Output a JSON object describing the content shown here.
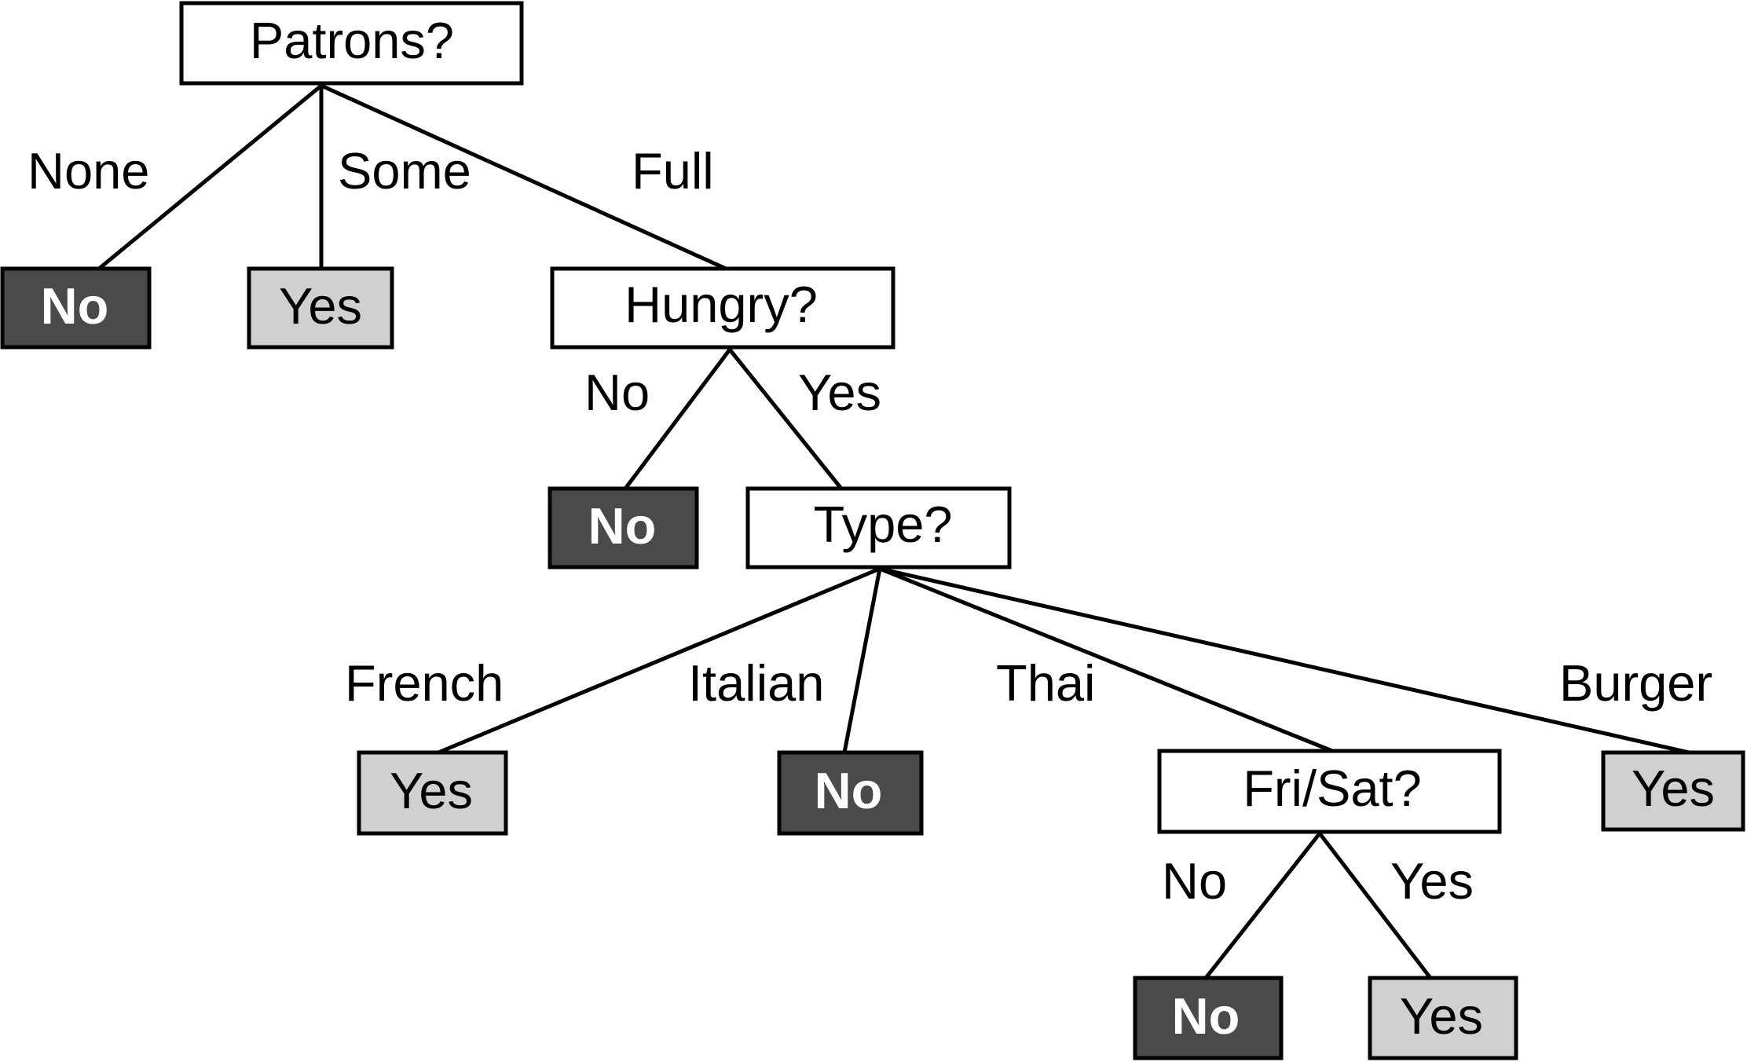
{
  "colors": {
    "leaf_no_fill": "#4a4a4a",
    "leaf_yes_fill": "#d0d0d0",
    "test_fill": "#ffffff",
    "line": "#000000"
  },
  "nodes": {
    "patrons": "Patrons?",
    "hungry": "Hungry?",
    "type": "Type?",
    "frisat": "Fri/Sat?",
    "leaf_none": "No",
    "leaf_some": "Yes",
    "leaf_hungry_no": "No",
    "leaf_french": "Yes",
    "leaf_italian": "No",
    "leaf_burger": "Yes",
    "leaf_frisat_no": "No",
    "leaf_frisat_yes": "Yes"
  },
  "edges": {
    "none": "None",
    "some": "Some",
    "full": "Full",
    "hungry_no": "No",
    "hungry_yes": "Yes",
    "french": "French",
    "italian": "Italian",
    "thai": "Thai",
    "burger": "Burger",
    "frisat_no": "No",
    "frisat_yes": "Yes"
  }
}
